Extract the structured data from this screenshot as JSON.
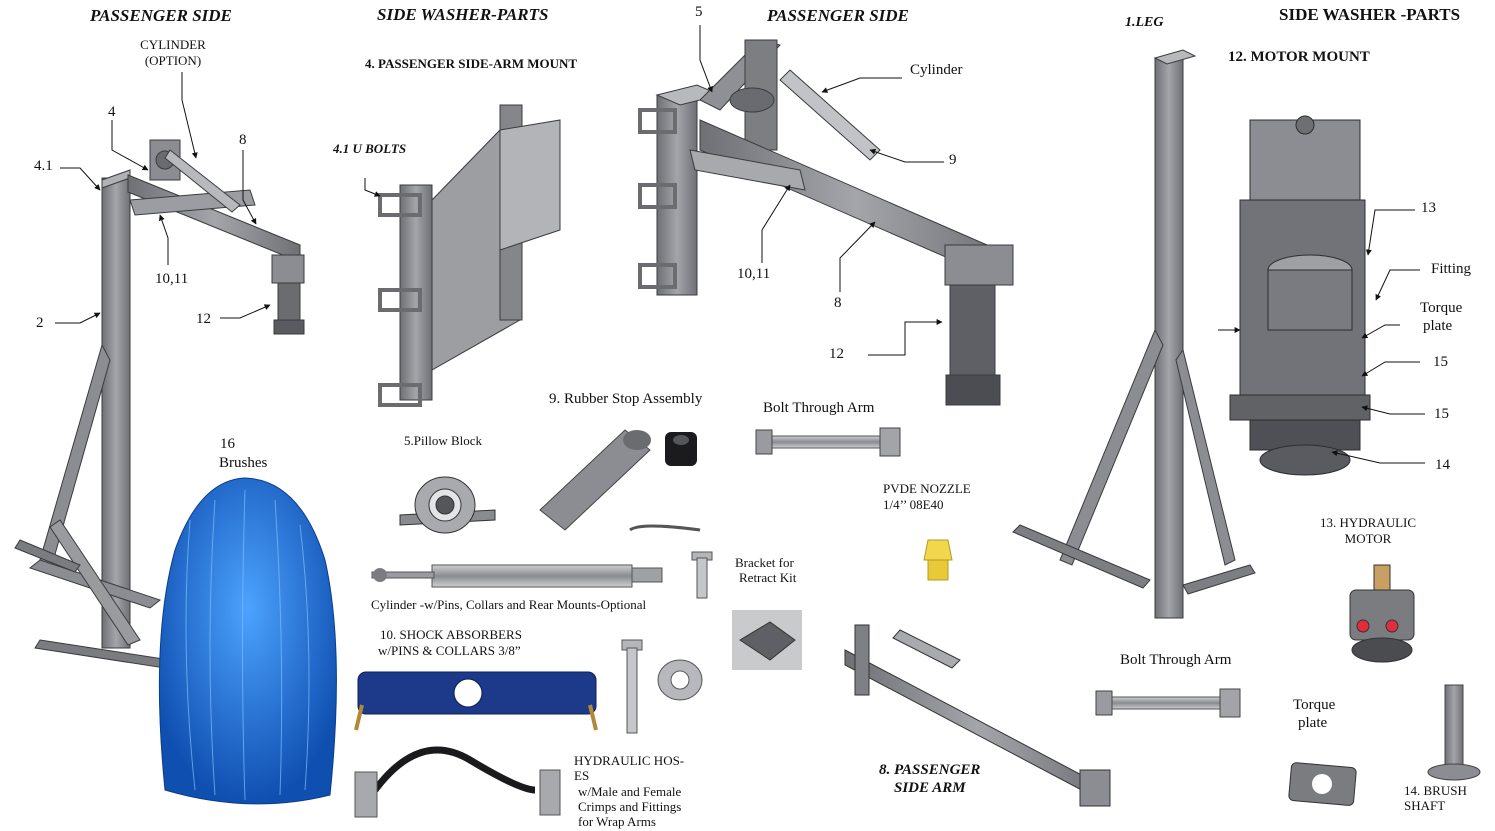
{
  "headers": {
    "passenger_side_left": "PASSENGER SIDE",
    "side_washer_parts_left": "SIDE WASHER-PARTS",
    "passenger_side_mid": "PASSENGER SIDE",
    "leg": "1.LEG",
    "side_washer_parts_right": "SIDE WASHER -PARTS",
    "motor_mount": "12. MOTOR MOUNT",
    "arm_mount": "4. PASSENGER  SIDE-ARM MOUNT",
    "u_bolts": "4.1 U BOLTS"
  },
  "callouts_left": {
    "cylinder": "CYLINDER",
    "option": "(OPTION)",
    "n4": "4",
    "n4_1": "4.1",
    "n8": "8",
    "n10_11": "10,11",
    "n2": "2",
    "n12": "12"
  },
  "callouts_mid": {
    "n5": "5",
    "cylinder": "Cylinder",
    "n9": "9",
    "n10_11": "10,11",
    "n8": "8",
    "n12": "12"
  },
  "callouts_right": {
    "n13": "13",
    "fitting": "Fitting",
    "torque": "Torque",
    "plate": "plate",
    "n15a": "15",
    "n15b": "15",
    "n14": "14"
  },
  "parts": {
    "brushes_num": "16",
    "brushes": "Brushes",
    "pillow_block": "5.Pillow Block",
    "rubber_stop": "9. Rubber Stop Assembly",
    "bolt_through_arm_1": "Bolt Through Arm",
    "bolt_through_arm_2": "Bolt Through Arm",
    "pvde_nozzle": "PVDE NOZZLE",
    "pvde_size": "1/4’’    08E40",
    "bracket_1": "Bracket for",
    "bracket_2": "Retract Kit",
    "cylinder_desc": "Cylinder -w/Pins, Collars and Rear Mounts-Optional",
    "shock_1": "10. SHOCK ABSORBERS",
    "shock_2": "w/PINS & COLLARS 3/8”",
    "hoses_1": "HYDRAULIC HOS-",
    "hoses_2": "ES",
    "hoses_3": "w/Male and Female",
    "hoses_4": "Crimps and Fittings",
    "hoses_5": "for Wrap Arms",
    "arm_1": "8. PASSENGER",
    "arm_2": "SIDE ARM",
    "motor_1": "13. HYDRAULIC",
    "motor_2": "MOTOR",
    "tp_1": "Torque",
    "tp_2": "plate",
    "shaft_1": "14. BRUSH",
    "shaft_2": "SHAFT"
  },
  "colors": {
    "steel": "#8c8d92",
    "steel_dark": "#5d5e63",
    "steel_light": "#b9babd",
    "brush_blue": "#1f6fd6",
    "nozzle_yellow": "#f2d64b",
    "shock_blue": "#1d3a8a"
  }
}
